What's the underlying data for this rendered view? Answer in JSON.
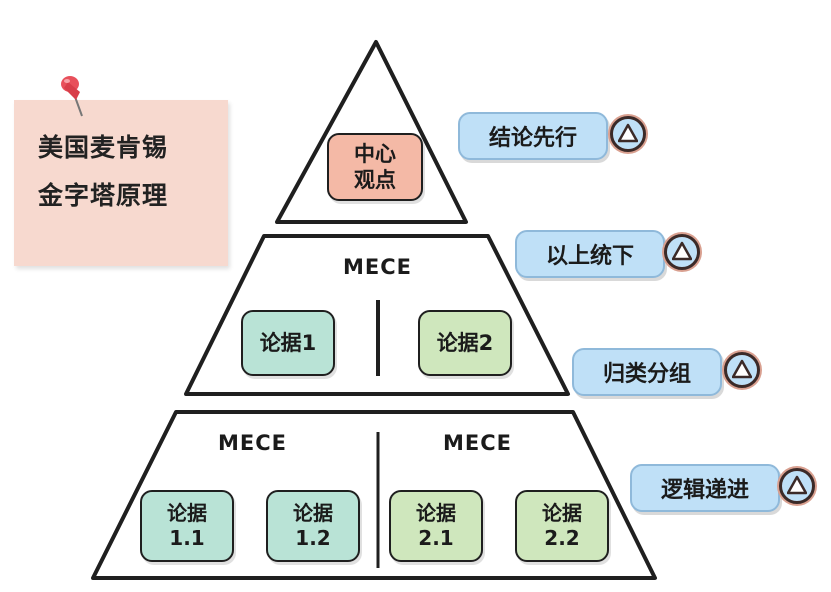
{
  "note": {
    "line1": "美国麦肯锡",
    "line2": "金字塔原理"
  },
  "pyramid": {
    "top": {
      "core": "中心\n观点"
    },
    "middle": {
      "mece": "MECE",
      "left": "论据1",
      "right": "论据2"
    },
    "bottom": {
      "left_mece": "MECE",
      "right_mece": "MECE",
      "boxes": [
        "论据\n1.1",
        "论据\n1.2",
        "论据\n2.1",
        "论据\n2.2"
      ]
    }
  },
  "principles": [
    {
      "label": "结论先行",
      "icon": "triangle-up-icon"
    },
    {
      "label": "以上统下",
      "icon": "triangle-up-icon"
    },
    {
      "label": "归类分组",
      "icon": "triangle-up-icon"
    },
    {
      "label": "逻辑递进",
      "icon": "triangle-up-icon"
    }
  ],
  "colors": {
    "note_bg": "#f7d9cf",
    "core_box": "#f4b9a6",
    "teal_box": "#b9e3d6",
    "green_box": "#cfe7bd",
    "pill": "#bfe0f7",
    "pin": "#e8505b"
  }
}
